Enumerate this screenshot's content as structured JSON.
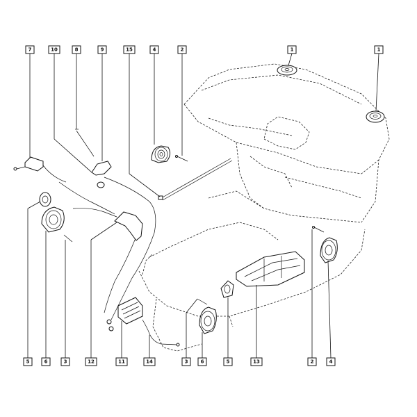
{
  "diagram": {
    "callouts_top": [
      "7",
      "10",
      "8",
      "9",
      "15",
      "4",
      "2",
      "1",
      "1"
    ],
    "callouts_bottom": [
      "5",
      "6",
      "3",
      "12",
      "11",
      "14",
      "3",
      "6",
      "5",
      "13",
      "2",
      "4"
    ]
  }
}
